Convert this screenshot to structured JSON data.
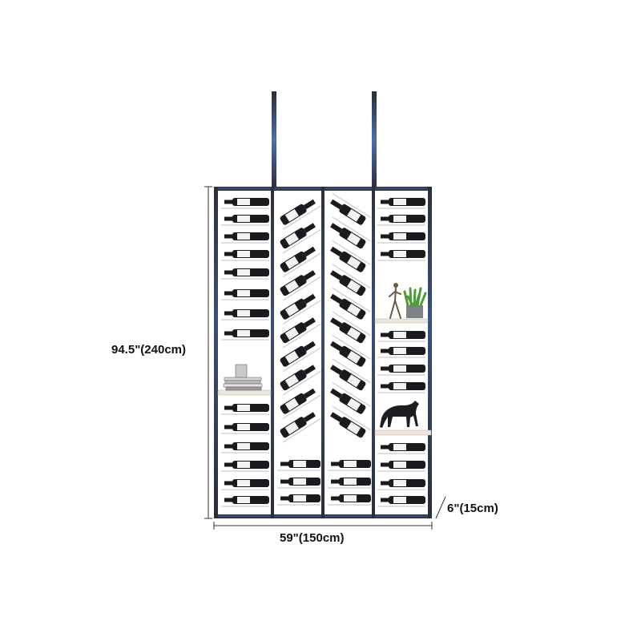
{
  "product": {
    "dimensions": {
      "height": "94.5\"(240cm)",
      "width": "59\"(150cm)",
      "depth": "6\"(15cm)"
    }
  },
  "colors": {
    "frame": "#2a2d35",
    "frame_highlight": "#4a6fb0",
    "bottle": "#1b1b1f",
    "label": "#f2f2f2",
    "shelf": "#ece6dc",
    "plant": "#4f9a3a",
    "dimension_line": "#333333"
  },
  "decor": [
    {
      "item": "book-stack-icon"
    },
    {
      "item": "figurine-icon"
    },
    {
      "item": "potted-plant-icon"
    },
    {
      "item": "horse-statue-icon"
    }
  ]
}
